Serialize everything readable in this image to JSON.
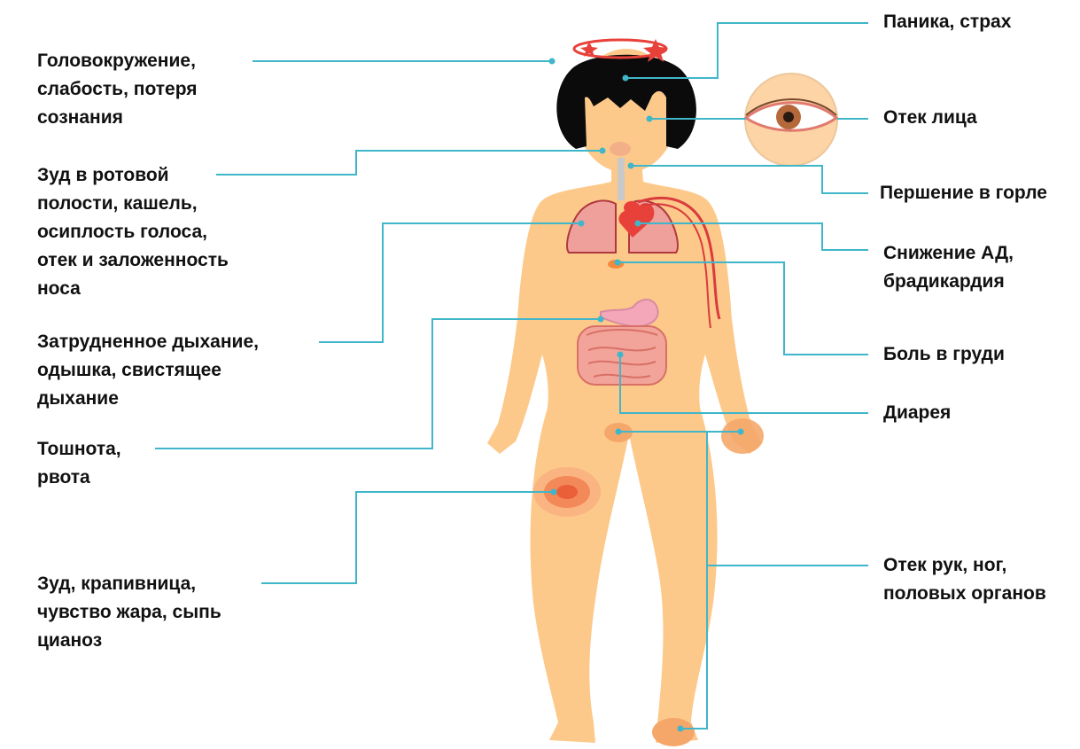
{
  "colors": {
    "skin": "#fcc98a",
    "hair": "#0b0b0b",
    "leader": "#3fb6c9",
    "organ_red": "#e8413a",
    "lung": "#f0a09a",
    "intestine": "#f2a49a",
    "stomach": "#f3a7b9",
    "swelling": "#f5a76a",
    "rash": "#e8552f",
    "text": "#111111"
  },
  "left_labels": [
    {
      "id": "dizziness",
      "lines": [
        "Головокружение,",
        "слабость, потеря",
        "сознания"
      ]
    },
    {
      "id": "mouth",
      "lines": [
        "Зуд в ротовой",
        "полости, кашель,",
        "осиплость голоса,",
        "отек и заложенность",
        "носа"
      ]
    },
    {
      "id": "breath",
      "lines": [
        "Затрудненное дыхание,",
        "одышка, свистящее",
        "дыхание"
      ]
    },
    {
      "id": "nausea",
      "lines": [
        "Тошнота,",
        "рвота"
      ]
    },
    {
      "id": "skin",
      "lines": [
        "Зуд, крапивница,",
        "чувство жара, сыпь",
        "цианоз"
      ]
    }
  ],
  "right_labels": [
    {
      "id": "panic",
      "lines": [
        "Паника, страх"
      ]
    },
    {
      "id": "face",
      "lines": [
        "Отек лица"
      ]
    },
    {
      "id": "throat",
      "lines": [
        "Першение в горле"
      ]
    },
    {
      "id": "bp",
      "lines": [
        "Снижение АД,",
        "брадикардия"
      ]
    },
    {
      "id": "chest",
      "lines": [
        "Боль в груди"
      ]
    },
    {
      "id": "diarrhea",
      "lines": [
        "Диарея"
      ]
    },
    {
      "id": "edema",
      "lines": [
        "Отек рук, ног,",
        "половых органов"
      ]
    }
  ]
}
